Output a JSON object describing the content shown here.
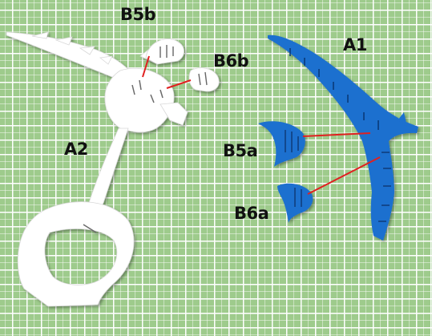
{
  "labels": {
    "a1": "A1",
    "a2": "A2",
    "b5a": "B5a",
    "b5b": "B5b",
    "b6a": "B6a",
    "b6b": "B6b"
  },
  "colors": {
    "background_grid": "#9ecb8c",
    "grid_lines": "#ffffff",
    "blue_parts": "#1b6fcf",
    "white_parts": "#ffffff",
    "connector_lines": "#e02020",
    "label_text": "#111111"
  }
}
